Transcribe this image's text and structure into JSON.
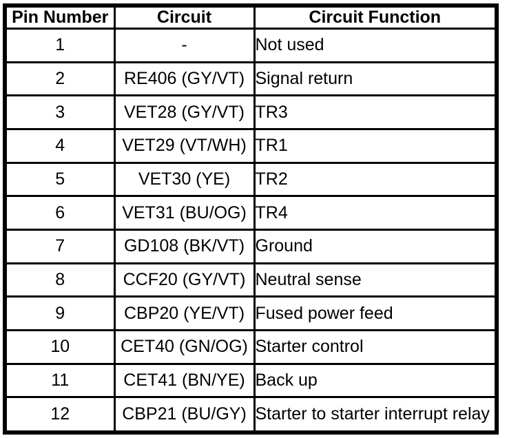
{
  "colors": {
    "border": "#000000",
    "background": "#ffffff",
    "text": "#000000"
  },
  "table": {
    "headers": [
      "Pin Number",
      "Circuit",
      "Circuit Function"
    ],
    "rows": [
      {
        "pin": "1",
        "circuit": "-",
        "function": "Not used"
      },
      {
        "pin": "2",
        "circuit": "RE406 (GY/VT)",
        "function": "Signal return"
      },
      {
        "pin": "3",
        "circuit": "VET28 (GY/VT)",
        "function": "TR3"
      },
      {
        "pin": "4",
        "circuit": "VET29 (VT/WH)",
        "function": "TR1"
      },
      {
        "pin": "5",
        "circuit": "VET30 (YE)",
        "function": "TR2"
      },
      {
        "pin": "6",
        "circuit": "VET31 (BU/OG)",
        "function": "TR4"
      },
      {
        "pin": "7",
        "circuit": "GD108 (BK/VT)",
        "function": "Ground"
      },
      {
        "pin": "8",
        "circuit": "CCF20 (GY/VT)",
        "function": "Neutral sense"
      },
      {
        "pin": "9",
        "circuit": "CBP20 (YE/VT)",
        "function": "Fused power feed"
      },
      {
        "pin": "10",
        "circuit": "CET40 (GN/OG)",
        "function": "Starter control"
      },
      {
        "pin": "11",
        "circuit": "CET41 (BN/YE)",
        "function": "Back up"
      },
      {
        "pin": "12",
        "circuit": "CBP21 (BU/GY)",
        "function": "Starter to starter interrupt relay"
      }
    ]
  }
}
